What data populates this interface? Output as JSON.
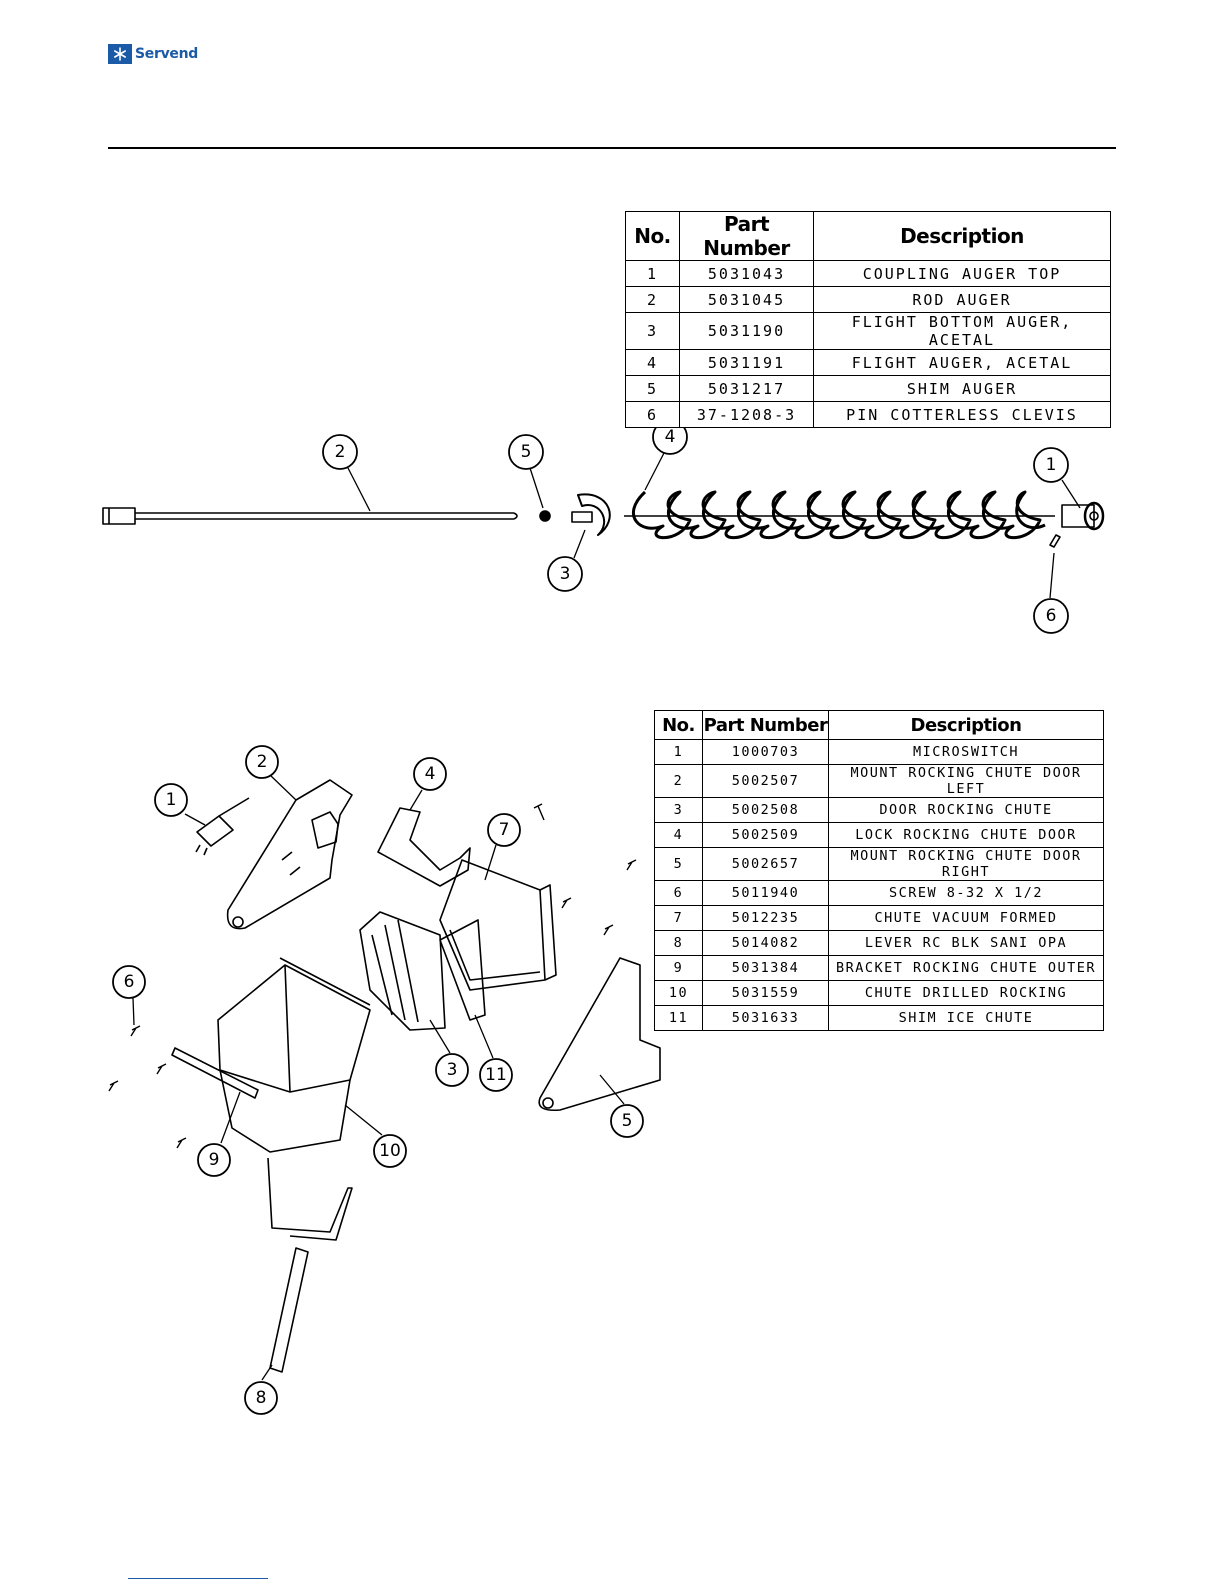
{
  "brand": {
    "name": "Servend",
    "color": "#1b5aa6"
  },
  "auger_table": {
    "headers": {
      "no": "No.",
      "part_number": "Part Number",
      "description": "Description"
    },
    "rows": [
      {
        "no": "1",
        "part_number": "5031043",
        "description": "COUPLING AUGER TOP"
      },
      {
        "no": "2",
        "part_number": "5031045",
        "description": "ROD AUGER"
      },
      {
        "no": "3",
        "part_number": "5031190",
        "description": "FLIGHT BOTTOM AUGER, ACETAL"
      },
      {
        "no": "4",
        "part_number": "5031191",
        "description": "FLIGHT AUGER, ACETAL"
      },
      {
        "no": "5",
        "part_number": "5031217",
        "description": "SHIM AUGER"
      },
      {
        "no": "6",
        "part_number": "37-1208-3",
        "description": "PIN COTTERLESS CLEVIS"
      }
    ]
  },
  "chute_table": {
    "headers": {
      "no": "No.",
      "part_number": "Part Number",
      "description": "Description"
    },
    "rows": [
      {
        "no": "1",
        "part_number": "1000703",
        "description": "MICROSWITCH"
      },
      {
        "no": "2",
        "part_number": "5002507",
        "description": "MOUNT ROCKING CHUTE DOOR LEFT"
      },
      {
        "no": "3",
        "part_number": "5002508",
        "description": "DOOR ROCKING CHUTE"
      },
      {
        "no": "4",
        "part_number": "5002509",
        "description": "LOCK ROCKING CHUTE DOOR"
      },
      {
        "no": "5",
        "part_number": "5002657",
        "description": "MOUNT ROCKING CHUTE DOOR RIGHT"
      },
      {
        "no": "6",
        "part_number": "5011940",
        "description": "SCREW 8-32 X 1/2"
      },
      {
        "no": "7",
        "part_number": "5012235",
        "description": "CHUTE VACUUM FORMED"
      },
      {
        "no": "8",
        "part_number": "5014082",
        "description": "LEVER RC BLK SANI OPA"
      },
      {
        "no": "9",
        "part_number": "5031384",
        "description": "BRACKET ROCKING CHUTE OUTER"
      },
      {
        "no": "10",
        "part_number": "5031559",
        "description": "CHUTE DRILLED ROCKING"
      },
      {
        "no": "11",
        "part_number": "5031633",
        "description": "SHIM ICE CHUTE"
      }
    ]
  },
  "auger_callouts": [
    "2",
    "5",
    "4",
    "1",
    "3",
    "6"
  ],
  "chute_callouts": [
    "2",
    "1",
    "4",
    "7",
    "6",
    "3",
    "11",
    "5",
    "9",
    "10",
    "8"
  ]
}
